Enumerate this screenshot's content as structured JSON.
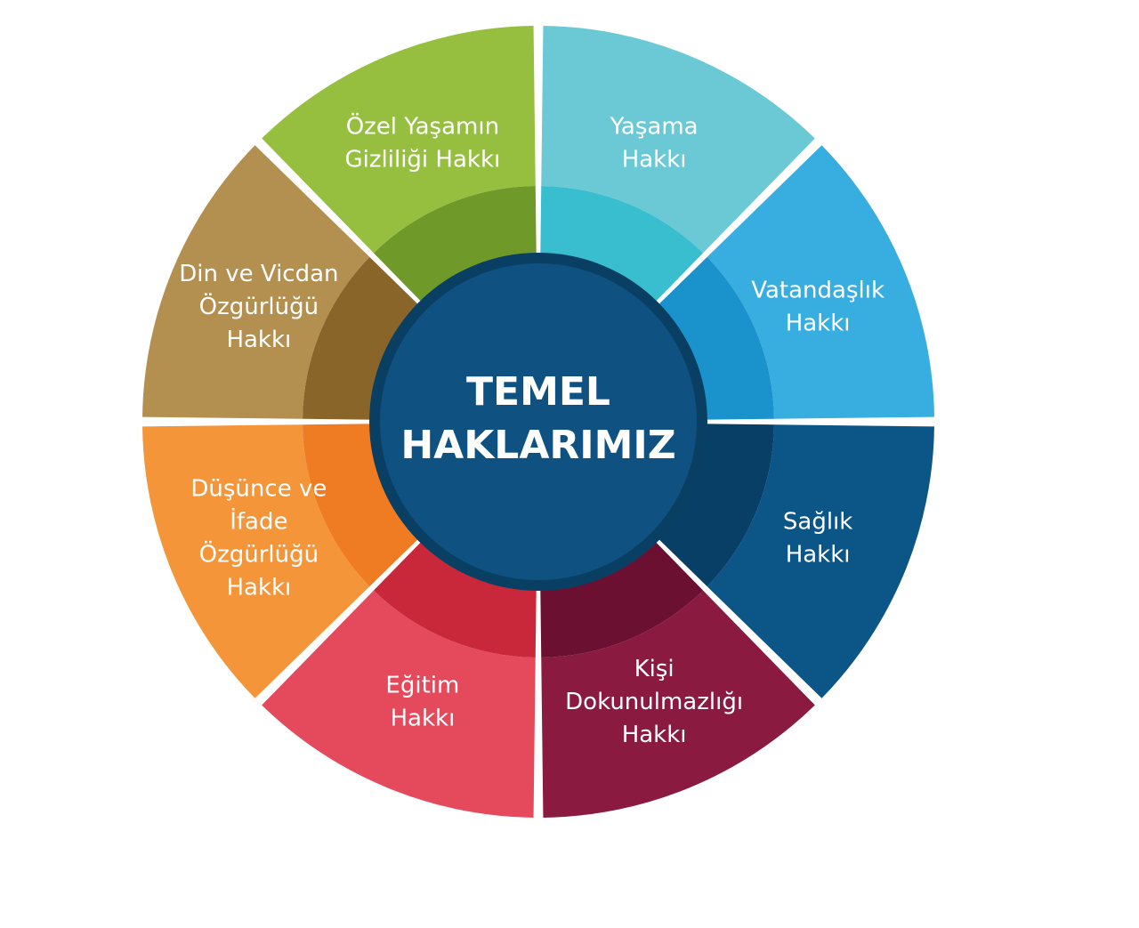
{
  "center": {
    "line1": "TEMEL",
    "line2": "HAKLARIMIZ",
    "color": "#0f5180",
    "ring_color": "#0a3f64"
  },
  "segments": [
    {
      "id": "yasama",
      "lines": [
        "Yaşama",
        "Hakkı"
      ],
      "outer": "#6bc9d6",
      "inner": "#39bed0"
    },
    {
      "id": "vatandaslik",
      "lines": [
        "Vatandaşlık",
        "Hakkı"
      ],
      "outer": "#38ade0",
      "inner": "#1a92cc"
    },
    {
      "id": "saglik",
      "lines": [
        "Sağlık",
        "Hakkı"
      ],
      "outer": "#0c5587",
      "inner": "#083f66"
    },
    {
      "id": "kisi",
      "lines": [
        "Kişi",
        "Dokunulmazlığı",
        "Hakkı"
      ],
      "outer": "#8a1a40",
      "inner": "#6b1030"
    },
    {
      "id": "egitim",
      "lines": [
        "Eğitim",
        "Hakkı"
      ],
      "outer": "#e44a5c",
      "inner": "#c9283b"
    },
    {
      "id": "dusunce",
      "lines": [
        "Düşünce ve",
        "İfade",
        "Özgürlüğü",
        "Hakkı"
      ],
      "outer": "#f5953a",
      "inner": "#ef7b22"
    },
    {
      "id": "din",
      "lines": [
        "Din ve Vicdan",
        "Özgürlüğü",
        "Hakkı"
      ],
      "outer": "#b38f50",
      "inner": "#8a652a"
    },
    {
      "id": "ozel",
      "lines": [
        "Özel Yaşamın",
        "Gizliliği Hakkı"
      ],
      "outer": "#96bf40",
      "inner": "#6f9a2a"
    }
  ]
}
